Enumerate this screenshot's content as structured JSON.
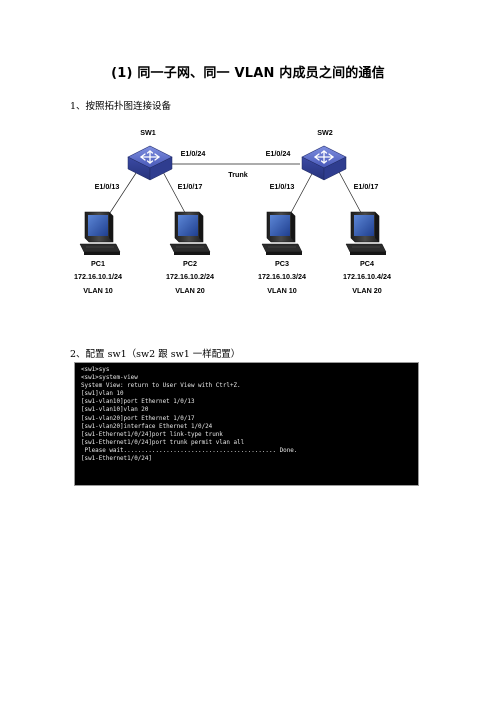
{
  "title": "(1)  同一子网、同一 VLAN 内成员之间的通信",
  "step1": "1、按照拓扑图连接设备",
  "step2": "2、配置 sw1（sw2 跟 sw1 一样配置）",
  "topology": {
    "switches": [
      {
        "name": "SW1",
        "uplink_port": "E1/0/24",
        "port_left": "E1/0/13",
        "port_right": "E1/0/17"
      },
      {
        "name": "SW2",
        "uplink_port": "E1/0/24",
        "port_left": "E1/0/13",
        "port_right": "E1/0/17"
      }
    ],
    "link_label": "Trunk",
    "pcs": [
      {
        "name": "PC1",
        "ip": "172.16.10.1/24",
        "vlan": "VLAN 10"
      },
      {
        "name": "PC2",
        "ip": "172.16.10.2/24",
        "vlan": "VLAN 20"
      },
      {
        "name": "PC3",
        "ip": "172.16.10.3/24",
        "vlan": "VLAN 10"
      },
      {
        "name": "PC4",
        "ip": "172.16.10.4/24",
        "vlan": "VLAN 20"
      }
    ],
    "colors": {
      "switch": "#3a4a9c",
      "pc": "#2a2a2a",
      "screen": "#2a4f9e"
    }
  },
  "console": {
    "lines": [
      "<sw1>sys",
      "<sw1>system-view",
      "System View: return to User View with Ctrl+Z.",
      "[sw1]vlan 10",
      "[sw1-vlan10]port Ethernet 1/0/13",
      "[sw1-vlan10]vlan 20",
      "[sw1-vlan20]port Ethernet 1/0/17",
      "[sw1-vlan20]interface Ethernet 1/0/24",
      "[sw1-Ethernet1/0/24]port link-type trunk",
      "[sw1-Ethernet1/0/24]port trunk permit vlan all",
      " Please wait........................................... Done.",
      "[sw1-Ethernet1/0/24]"
    ]
  }
}
